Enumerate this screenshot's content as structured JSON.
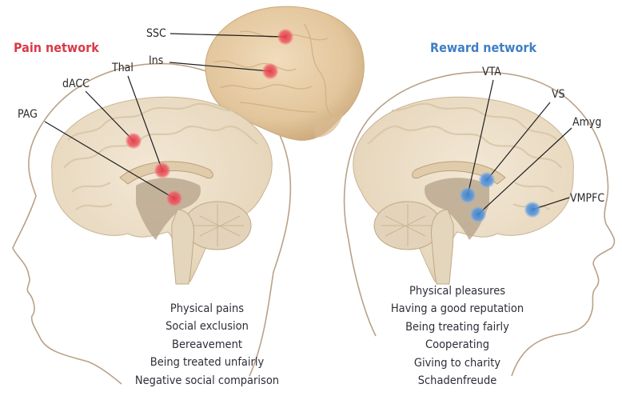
{
  "colors": {
    "pain": "#d93a4a",
    "reward": "#3f7fc4",
    "pain_dot": "#e8454f",
    "reward_dot": "#4d8fd6",
    "brain": "#eadcc6",
    "brain_dark": "#d7c2a2",
    "lateral_brain": "#e6cda6",
    "outline": "#b9a189"
  },
  "pain": {
    "title": "Pain network",
    "regions": [
      "SSC",
      "Ins",
      "Thal",
      "dACC",
      "PAG"
    ],
    "items": [
      "Physical pains",
      "Social exclusion",
      "Bereavement",
      "Being treated unfairly",
      "Negative social comparison"
    ]
  },
  "reward": {
    "title": "Reward network",
    "regions": [
      "VTA",
      "VS",
      "Amyg",
      "VMPFC"
    ],
    "items": [
      "Physical pleasures",
      "Having a good reputation",
      "Being treating fairly",
      "Cooperating",
      "Giving to charity",
      "Schadenfreude"
    ]
  }
}
